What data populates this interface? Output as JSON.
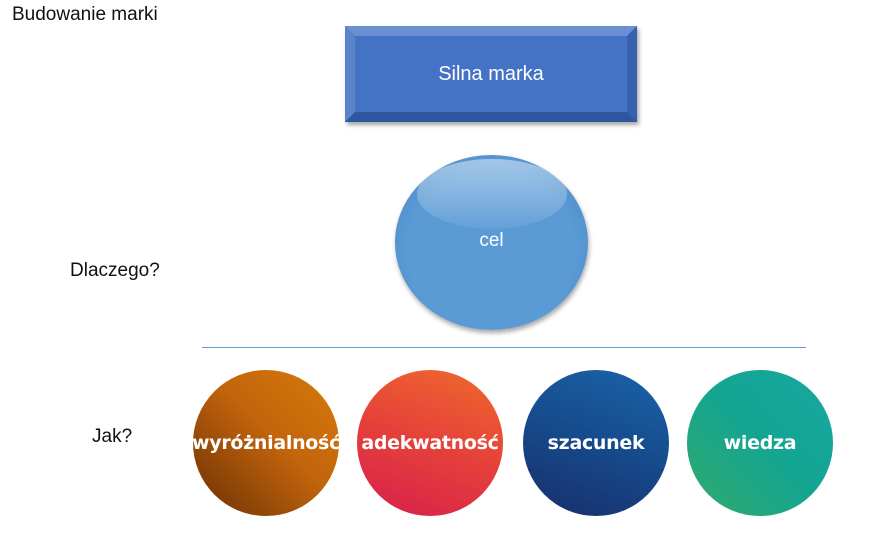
{
  "title": "Budowanie marki",
  "top_box": {
    "label": "Silna marka",
    "color": "#4472c4"
  },
  "goal": {
    "label": "cel",
    "color": "#5b9bd5"
  },
  "rows": {
    "why": "Dlaczego?",
    "how": "Jak?"
  },
  "pillars": [
    {
      "label": "wyróżnialność",
      "color": "#c2650c"
    },
    {
      "label": "adekwatność",
      "color": "#e5413a"
    },
    {
      "label": "szacunek",
      "color": "#164a8c"
    },
    {
      "label": "wiedza",
      "color": "#14a591"
    }
  ]
}
